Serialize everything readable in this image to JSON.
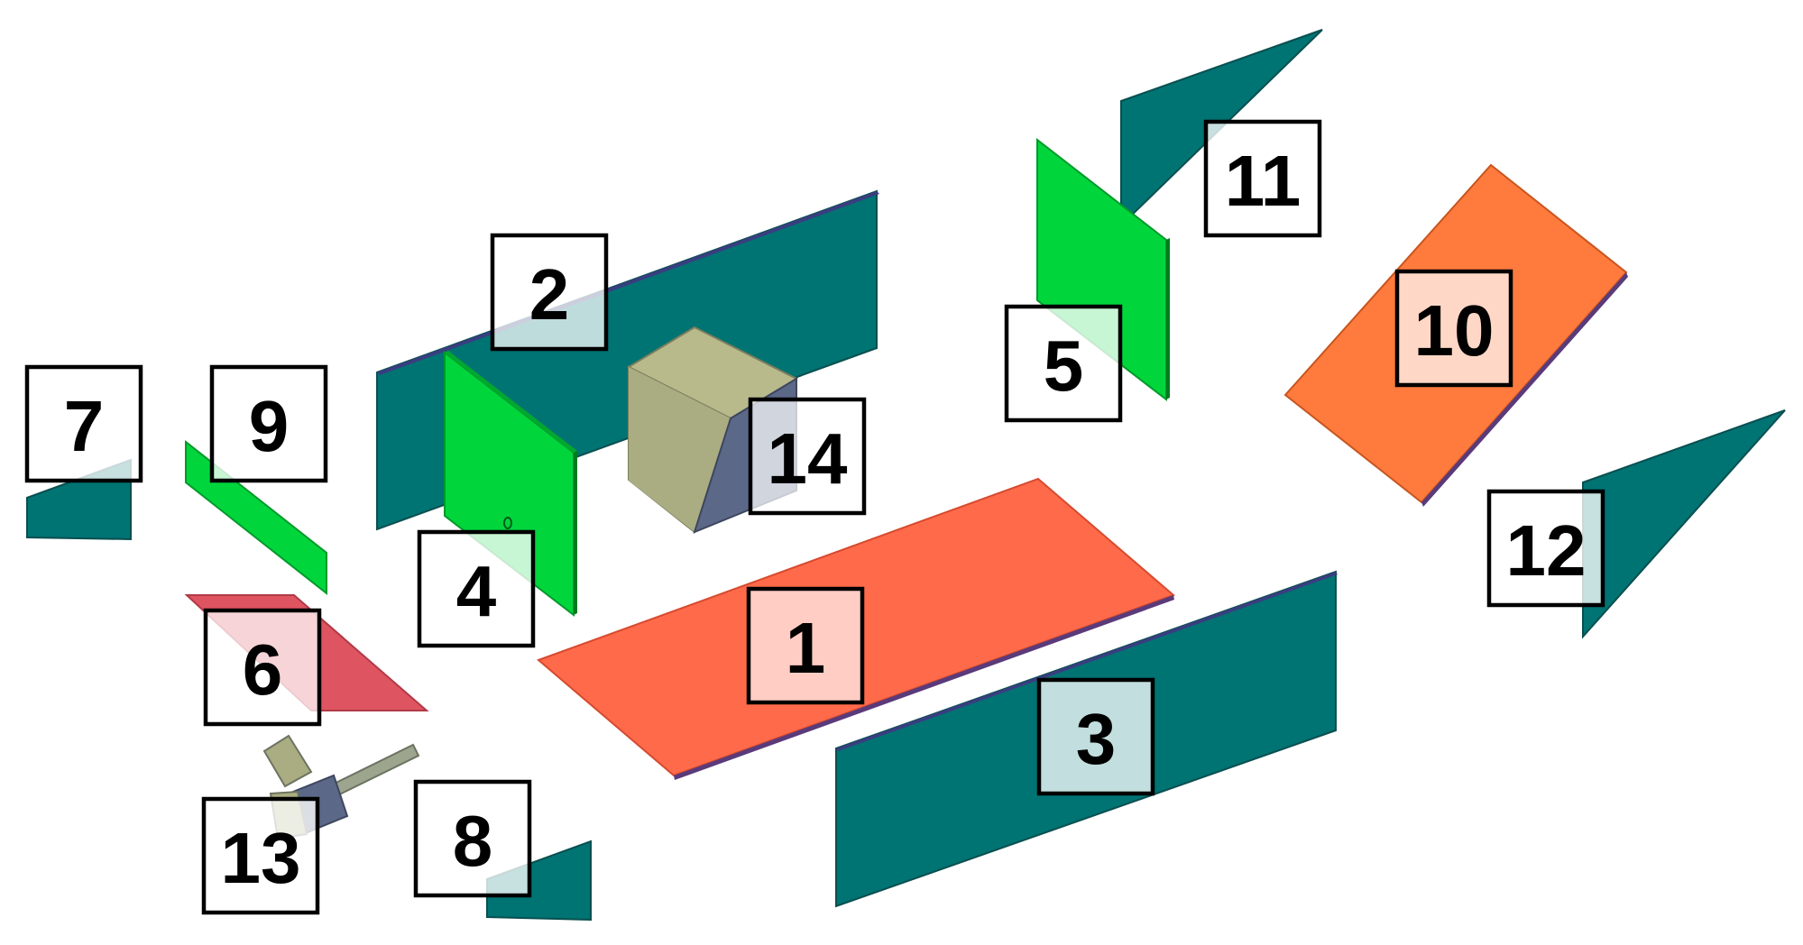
{
  "diagram": {
    "labels": [
      "1",
      "2",
      "3",
      "4",
      "5",
      "6",
      "7",
      "8",
      "9",
      "10",
      "11",
      "12",
      "13",
      "14"
    ]
  },
  "colors": {
    "floor_plate": "#ff6a4a",
    "floor_plate_edge": "#d64a2e",
    "wall_plate": "#007373",
    "wall_plate_edge": "#0a4f50",
    "green_plate": "#00d63c",
    "green_plate_edge": "#009a2a",
    "red_plate": "#df5461",
    "box_front": "#aaac82",
    "box_top": "#b8ba8c",
    "box_side": "#5b6888",
    "shaft": "#9ea58e",
    "background": "#ffffff",
    "label_fill": "#ffffff",
    "label_border": "#000000"
  }
}
